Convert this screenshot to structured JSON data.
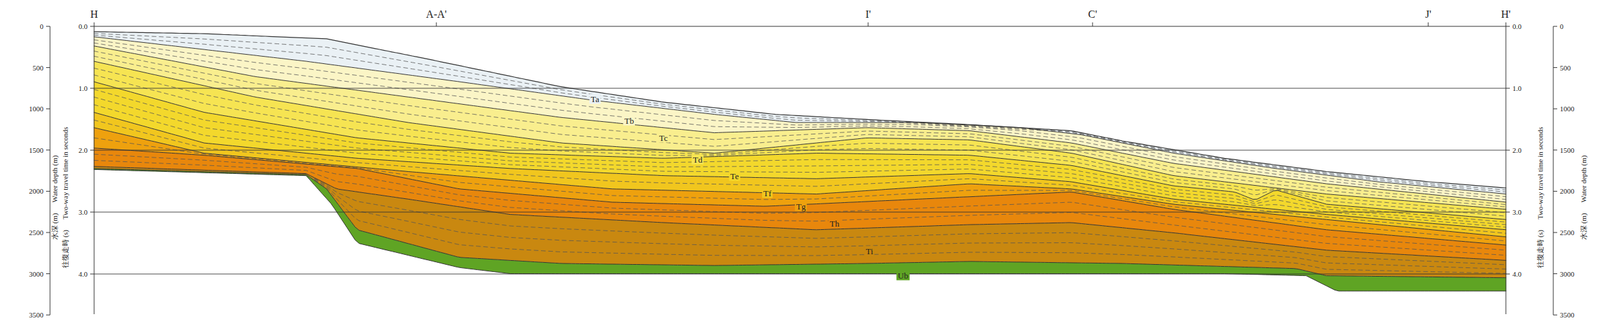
{
  "diagram": {
    "labels": [
      "H",
      "A-A'",
      "I'",
      "C'",
      "J'",
      "H'",
      "0.0",
      "1.0",
      "2.0",
      "3.0",
      "4.0",
      "0.0",
      "1.0",
      "2.0",
      "3.0",
      "4.0",
      "0",
      "500",
      "1000",
      "1500",
      "2000",
      "2500",
      "3000",
      "3500",
      "0",
      "500",
      "1000",
      "1500",
      "2000",
      "2500",
      "3000",
      "3500",
      "水深 (m)",
      "Water depth (m)",
      "往復走時 (s)",
      "Two-way travel time in seconds",
      "往復走時 (s)",
      "Two-way travel time in seconds",
      "水深 (m)",
      "Water depth (m)",
      "Ta",
      "Tb",
      "Tc",
      "Td",
      "Te",
      "Tf",
      "Tg",
      "Th",
      "Ti",
      "Ub"
    ]
  }
}
